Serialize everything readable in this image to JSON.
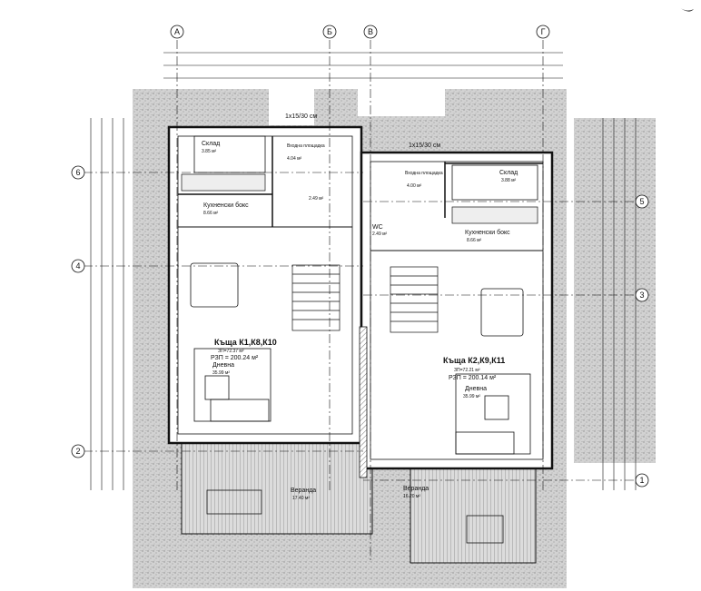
{
  "axes": {
    "letters": [
      "А",
      "Б",
      "В",
      "Г"
    ],
    "numbers_left": [
      "6",
      "4",
      "2"
    ],
    "numbers_right": [
      "5",
      "3",
      "1"
    ]
  },
  "house_left": {
    "title": "Къща К1,К8,К10",
    "zp": "ЗП=72.37 м²",
    "rzp": "РЗП = 200.24 м²",
    "living": "Дневна",
    "living_area": "35.99 м²",
    "storage": "Склад",
    "storage_area": "3.85 м²",
    "entry": "Входна площадка",
    "entry_area": "4.04 м²",
    "kitchen": "Кухненски бокс",
    "kitchen_area": "8.66 м²",
    "veranda": "Веранда",
    "veranda_area": "17.40 м²",
    "wc_area": "2.49 м²",
    "gutter": "1x15/30 см"
  },
  "house_right": {
    "title": "Къща К2,К9,К11",
    "zp": "ЗП=72.21 м²",
    "rzp": "РЗП = 200.14 м²",
    "living": "Дневна",
    "living_area": "35.99 м²",
    "storage": "Склад",
    "storage_area": "3.88 м²",
    "entry": "Входна площадка",
    "entry_area": "4.00 м²",
    "kitchen": "Кухненски бокс",
    "kitchen_area": "8.66 м²",
    "veranda": "Веранда",
    "veranda_area": "16.20 м²",
    "wc": "WC",
    "wc_area": "2.49 м²",
    "gutter": "1x15/30 см"
  },
  "colors": {
    "line": "#111111",
    "ground": "#c9c9c9"
  }
}
